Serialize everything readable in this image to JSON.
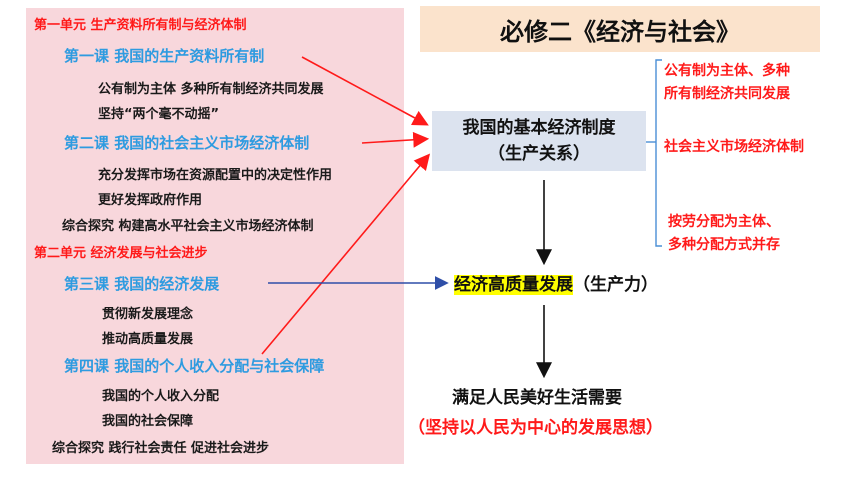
{
  "title": "必修二《经济与社会》",
  "left_outline": {
    "unit1": "第一单元 生产资料所有制与经济体制",
    "lesson1": "第一课 我国的生产资料所有制",
    "lesson1_items": [
      "公有制为主体 多种所有制经济共同发展",
      "坚持“两个毫不动摇”"
    ],
    "lesson2": "第二课 我国的社会主义市场经济体制",
    "lesson2_items": [
      "充分发挥市场在资源配置中的决定性作用",
      "更好发挥政府作用"
    ],
    "explore1": "综合探究 构建高水平社会主义市场经济体制",
    "unit2": "第二单元 经济发展与社会进步",
    "lesson3": "第三课 我国的经济发展",
    "lesson3_items": [
      "贯彻新发展理念",
      "推动高质量发展"
    ],
    "lesson4": "第四课 我国的个人收入分配与社会保障",
    "lesson4_items": [
      "我国的个人收入分配",
      "我国的社会保障"
    ],
    "explore2": "综合探究 践行社会责任 促进社会进步"
  },
  "core_box": {
    "line1": "我国的基本经济制度",
    "line2": "（生产关系）"
  },
  "right_items": {
    "ownership_line1": "公有制为主体、多种",
    "ownership_line2": "所有制经济共同发展",
    "market": "社会主义市场经济体制",
    "distribution_line1": "按劳分配为主体、",
    "distribution_line2": "多种分配方式并存"
  },
  "high_quality": {
    "main": "经济高质量发展",
    "suffix": "（生产力）"
  },
  "need": {
    "line1": "满足人民美好生活需要",
    "line2": "（坚持以人民为中心的发展思想）"
  },
  "colors": {
    "red": "#ff1a1a",
    "blue": "#2e9be0",
    "panel_pink": "#f8d7dc",
    "title_bg": "#fbe3cc",
    "core_bg": "#dce3ef",
    "highlight": "#ffff00",
    "arrow_blue": "#2f4fa8"
  }
}
